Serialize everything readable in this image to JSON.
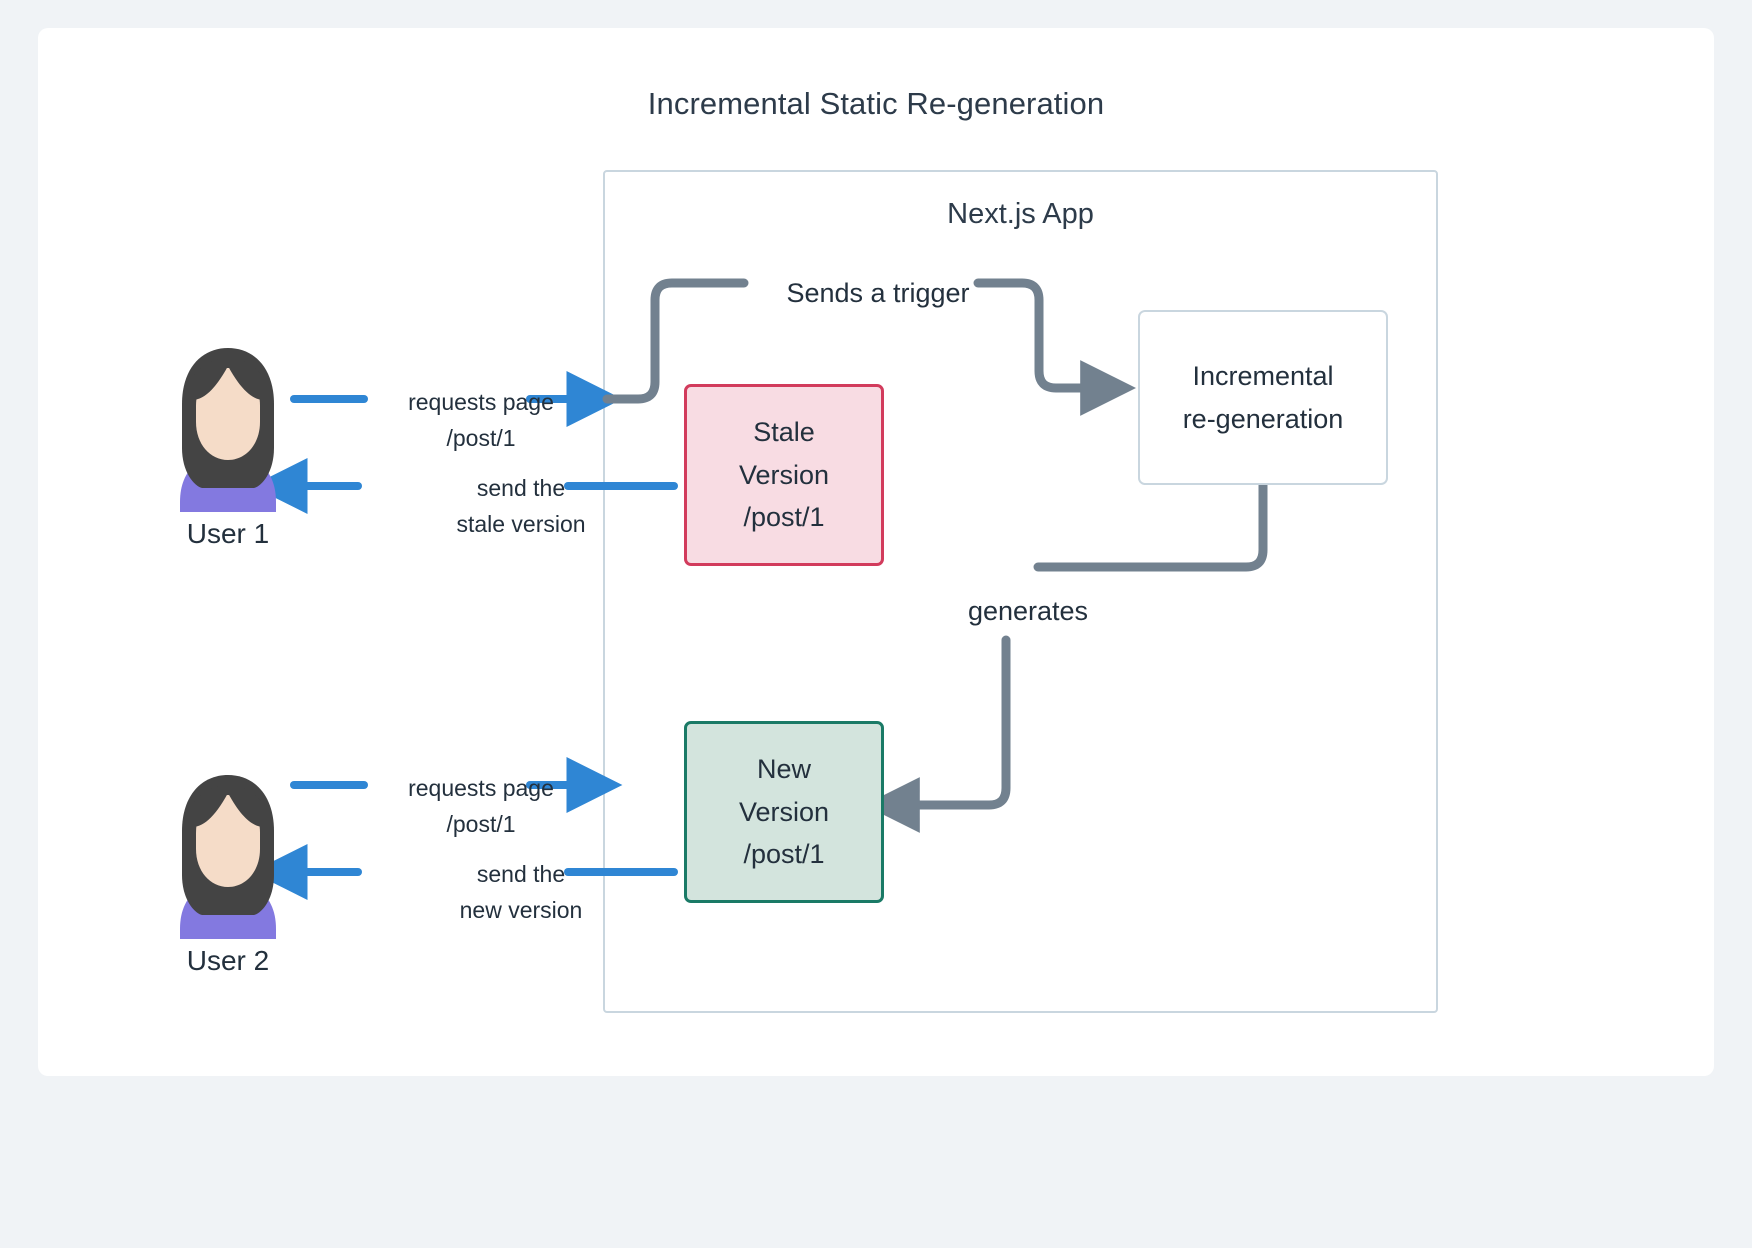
{
  "diagram": {
    "title": "Incremental Static Re-generation",
    "container": {
      "label": "Next.js App"
    },
    "nodes": {
      "stale": {
        "line1": "Stale",
        "line2": "Version",
        "line3": "/post/1",
        "border_color": "#d23b5c",
        "fill_color": "#f8dce3"
      },
      "regen": {
        "line1": "Incremental",
        "line2": "re-generation",
        "border_color": "#c9d6df",
        "fill_color": "#ffffff"
      },
      "new": {
        "line1": "New",
        "line2": "Version",
        "line3": "/post/1",
        "border_color": "#1a7a66",
        "fill_color": "#d3e4dd"
      }
    },
    "actors": [
      {
        "name": "user1",
        "label": "User 1",
        "icon": "user-avatar-icon"
      },
      {
        "name": "user2",
        "label": "User 2",
        "icon": "user-avatar-icon"
      }
    ],
    "edges": [
      {
        "id": "req1",
        "label": "requests page\n/post/1",
        "color": "#2f86d4",
        "from": "user1",
        "to": "nextjs-app"
      },
      {
        "id": "send1",
        "label": "send the\nstale version",
        "color": "#2f86d4",
        "from": "stale",
        "to": "user1"
      },
      {
        "id": "trigger",
        "label": "Sends a trigger",
        "color": "#72818f",
        "from": "request-entry",
        "to": "regen"
      },
      {
        "id": "generates",
        "label": "generates",
        "color": "#72818f",
        "from": "regen",
        "to": "new"
      },
      {
        "id": "req2",
        "label": "requests page\n/post/1",
        "color": "#2f86d4",
        "from": "user2",
        "to": "nextjs-app"
      },
      {
        "id": "send2",
        "label": "send the\nnew version",
        "color": "#2f86d4",
        "from": "new",
        "to": "user2"
      }
    ],
    "colors": {
      "canvas": "#f0f3f6",
      "card": "#ffffff",
      "text": "#23303d",
      "blue_arrow": "#2f86d4",
      "gray_arrow": "#72818f",
      "container_border": "#c9d6df",
      "avatar_hair": "#444444",
      "avatar_skin": "#f5dcc8",
      "avatar_neck": "#eec5a3",
      "avatar_shirt": "#8379e0",
      "avatar_collar": "#ffffff"
    }
  }
}
